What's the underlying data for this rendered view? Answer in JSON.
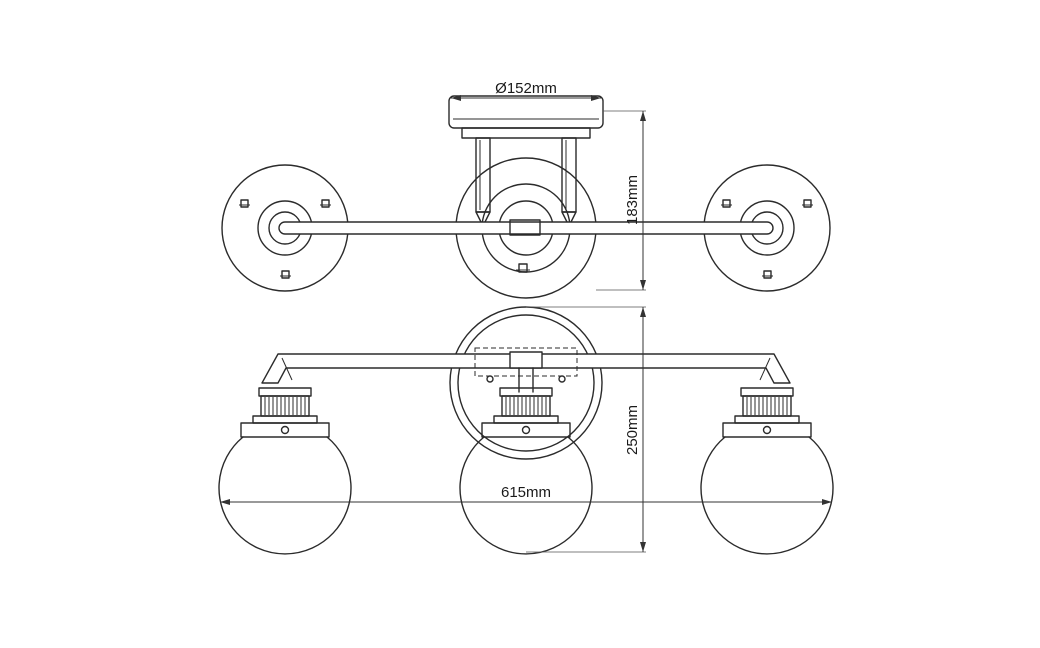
{
  "dimensions": {
    "canopy_diameter": "Ø152mm",
    "top_view_height": "183mm",
    "front_view_height": "250mm",
    "overall_width": "615mm"
  }
}
